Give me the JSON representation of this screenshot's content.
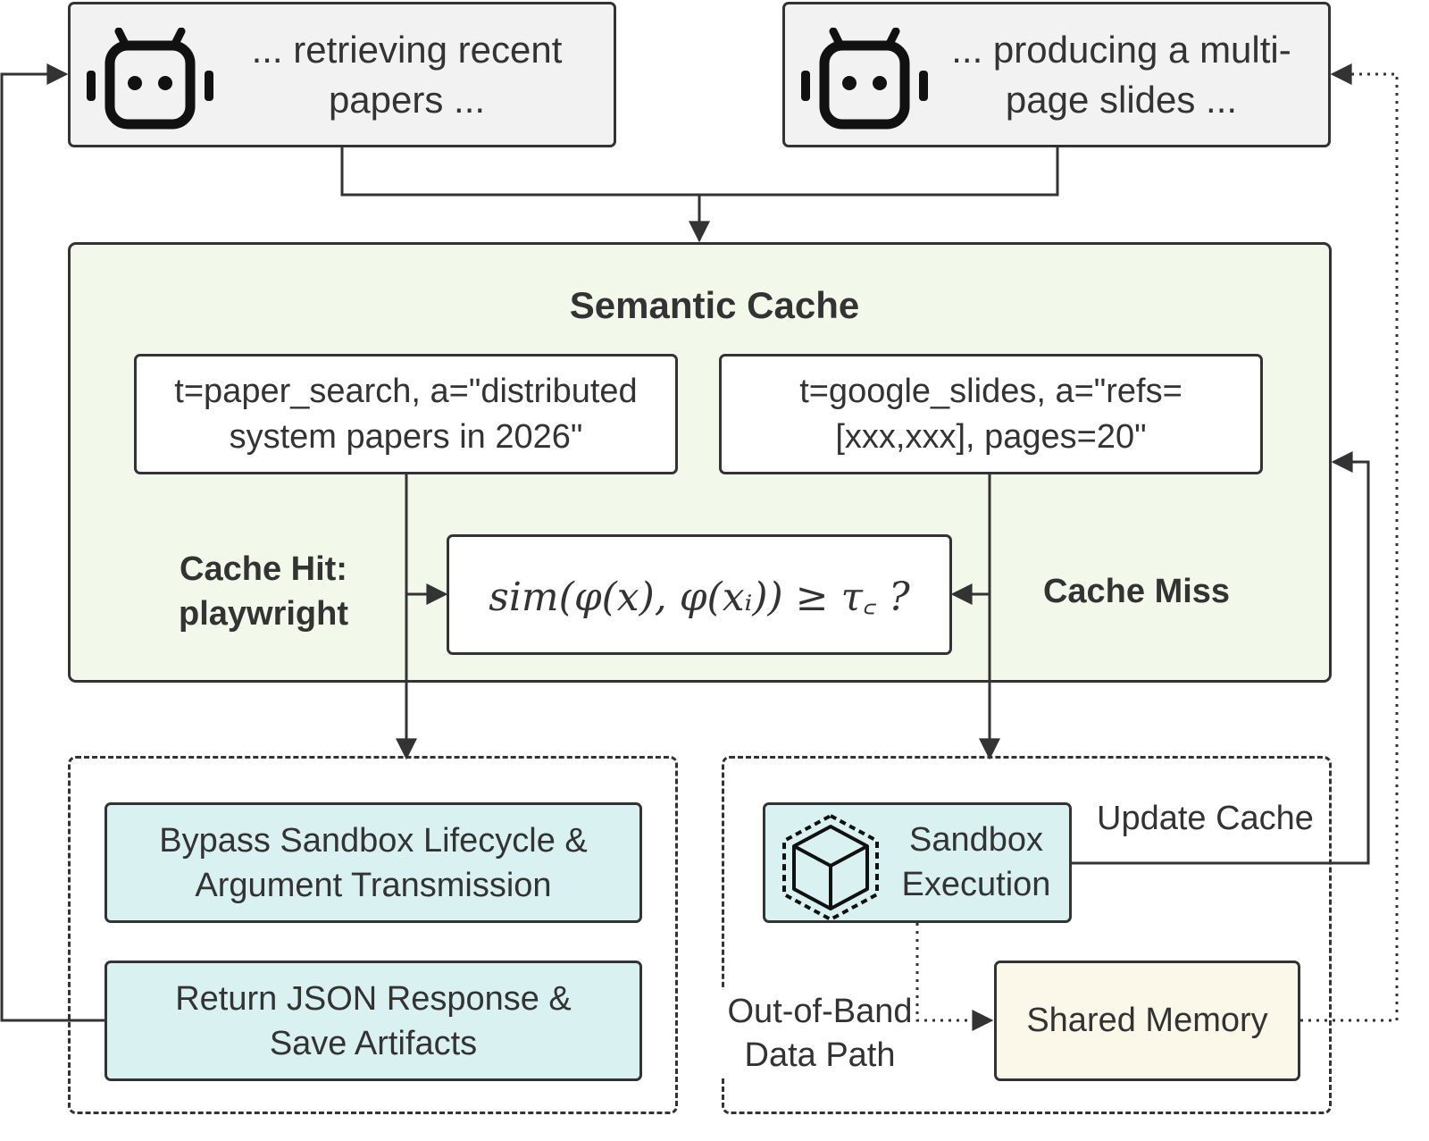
{
  "agents": {
    "left": "... retrieving recent papers ...",
    "right": "... producing a multi-page slides ..."
  },
  "cache": {
    "title": "Semantic Cache",
    "call_left": "t=paper_search, a=\"distributed system papers in 2026\"",
    "call_right": "t=google_slides, a=\"refs=[xxx,xxx], pages=20\"",
    "similarity": "sim(φ(x), φ(xᵢ)) ≥ τ꜀ ?",
    "hit_label_1": "Cache Hit:",
    "hit_label_2": "playwright",
    "miss_label": "Cache Miss"
  },
  "hit_path": {
    "bypass": "Bypass Sandbox Lifecycle & Argument Transmission",
    "return": "Return JSON Response & Save Artifacts"
  },
  "miss_path": {
    "sandbox_1": "Sandbox",
    "sandbox_2": "Execution",
    "update": "Update Cache",
    "memory": "Shared Memory",
    "oob_1": "Out-of-Band",
    "oob_2": "Data Path"
  },
  "icons": [
    "robot-icon",
    "robot-icon",
    "cube-icon"
  ]
}
